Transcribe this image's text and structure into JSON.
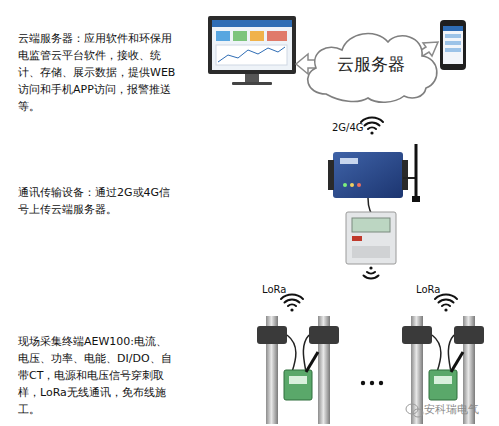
{
  "diagram": {
    "nodes": [
      {
        "text": [
          "云服务器"
        ]
      }
    ],
    "labels": [
      "云端服务器：应用软件和环保用电监管云平台软件，接收、统计、存储、展示数据，提供WEB访问和手机APP访问，报警推送等。",
      "2G/4G",
      "通讯传输设备：通过2G或4G信号上传云端服务器。",
      "LoRa",
      "LoRa",
      "现场采集终端AEW100:电流、电压、功率、电能、DI/DO、自带CT，电源和电压信号穿刺取样，LoRa无线通讯，免布线施工。",
      "安科瑞电气"
    ]
  }
}
